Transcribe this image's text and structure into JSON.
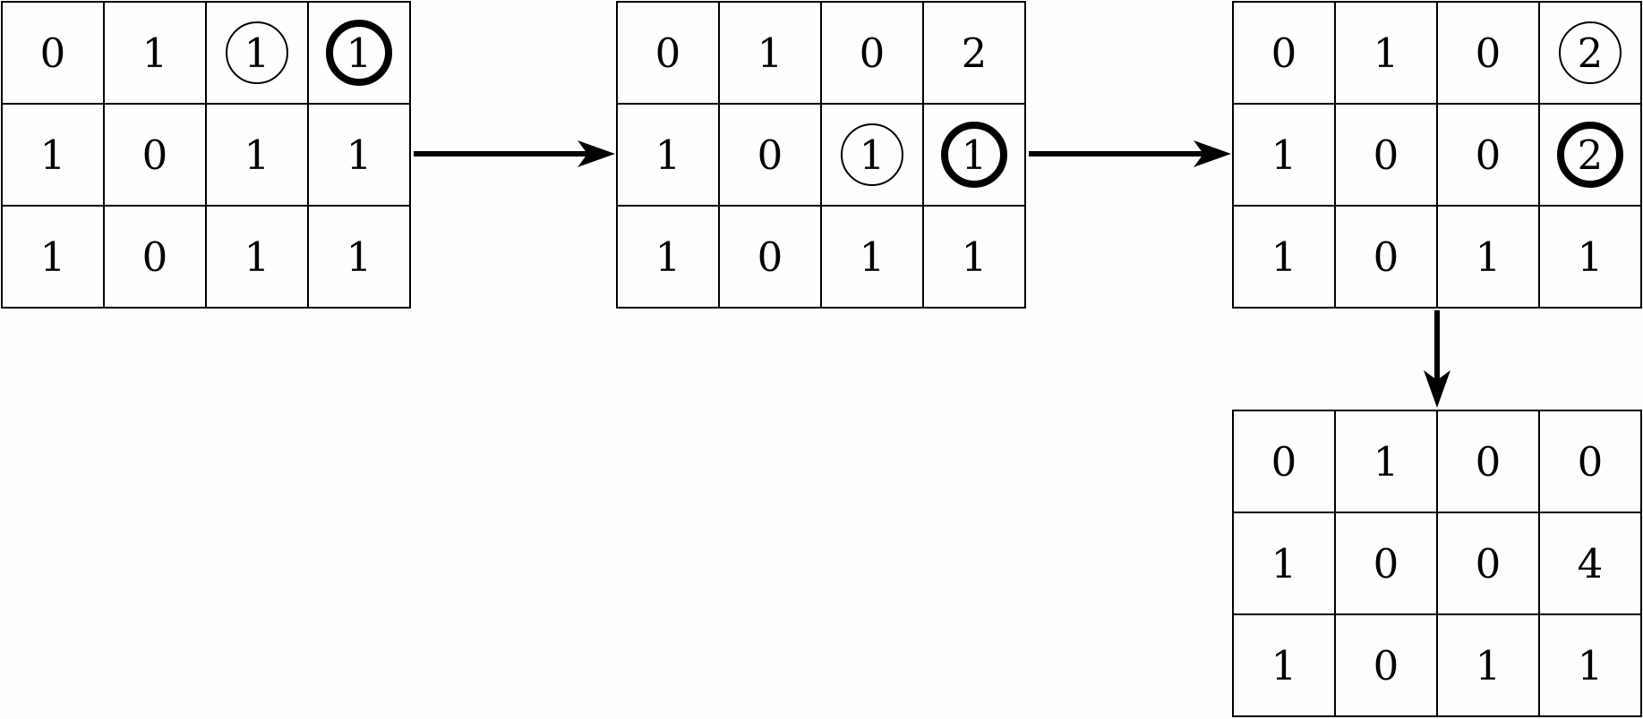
{
  "colors": {
    "background": "#fffefc",
    "ink": "#000000"
  },
  "grids": [
    {
      "name": "grid-step-1",
      "cells": [
        [
          "0",
          "1",
          "1",
          "1"
        ],
        [
          "1",
          "0",
          "1",
          "1"
        ],
        [
          "1",
          "0",
          "1",
          "1"
        ]
      ],
      "circles": [
        {
          "row": 0,
          "col": 2,
          "style": "thin"
        },
        {
          "row": 0,
          "col": 3,
          "style": "bold"
        }
      ]
    },
    {
      "name": "grid-step-2",
      "cells": [
        [
          "0",
          "1",
          "0",
          "2"
        ],
        [
          "1",
          "0",
          "1",
          "1"
        ],
        [
          "1",
          "0",
          "1",
          "1"
        ]
      ],
      "circles": [
        {
          "row": 1,
          "col": 2,
          "style": "thin"
        },
        {
          "row": 1,
          "col": 3,
          "style": "bold"
        }
      ]
    },
    {
      "name": "grid-step-3",
      "cells": [
        [
          "0",
          "1",
          "0",
          "2"
        ],
        [
          "1",
          "0",
          "0",
          "2"
        ],
        [
          "1",
          "0",
          "1",
          "1"
        ]
      ],
      "circles": [
        {
          "row": 0,
          "col": 3,
          "style": "thin"
        },
        {
          "row": 1,
          "col": 3,
          "style": "bold"
        }
      ]
    },
    {
      "name": "grid-step-4",
      "cells": [
        [
          "0",
          "1",
          "0",
          "0"
        ],
        [
          "1",
          "0",
          "0",
          "4"
        ],
        [
          "1",
          "0",
          "1",
          "1"
        ]
      ],
      "circles": []
    }
  ],
  "arrows": [
    {
      "name": "arrow-step1-to-step2",
      "direction": "right"
    },
    {
      "name": "arrow-step2-to-step3",
      "direction": "right"
    },
    {
      "name": "arrow-step3-to-step4",
      "direction": "down"
    }
  ]
}
